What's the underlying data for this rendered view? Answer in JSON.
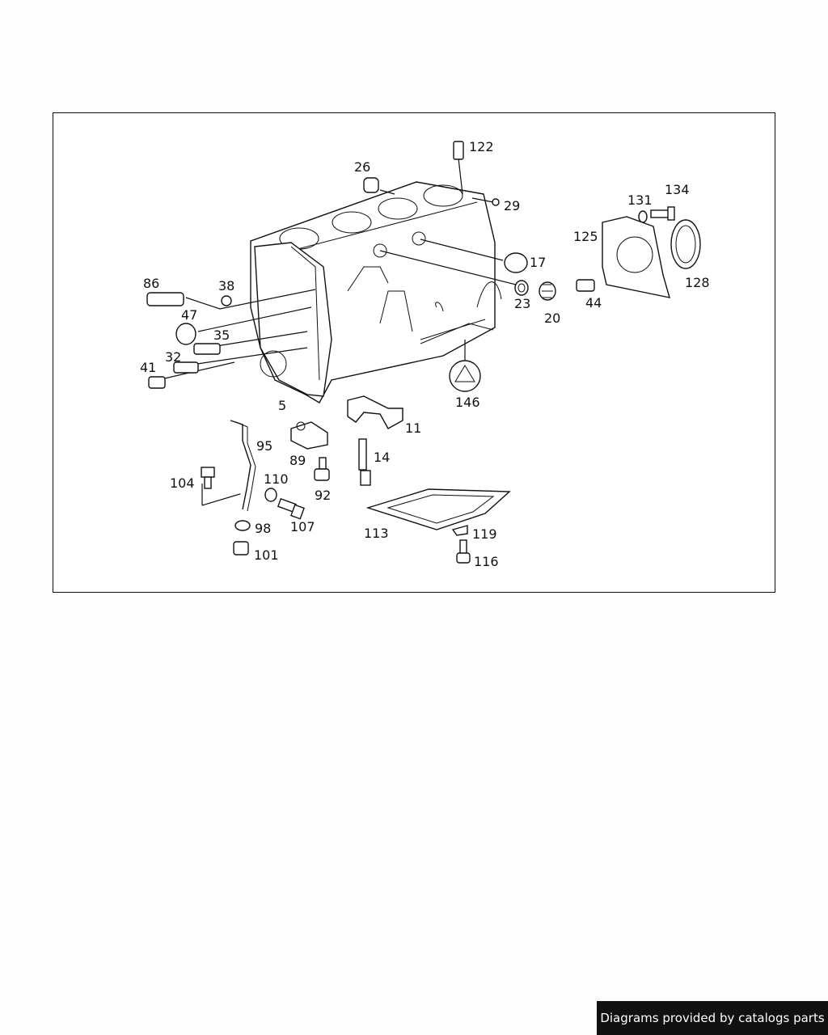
{
  "footer": {
    "credit": "Diagrams provided by catalogs parts"
  },
  "labels": [
    "122",
    "26",
    "29",
    "134",
    "131",
    "125",
    "128",
    "17",
    "86",
    "38",
    "23",
    "20",
    "44",
    "47",
    "35",
    "32",
    "41",
    "146",
    "5",
    "11",
    "95",
    "89",
    "14",
    "104",
    "110",
    "92",
    "107",
    "98",
    "113",
    "119",
    "101",
    "116"
  ]
}
